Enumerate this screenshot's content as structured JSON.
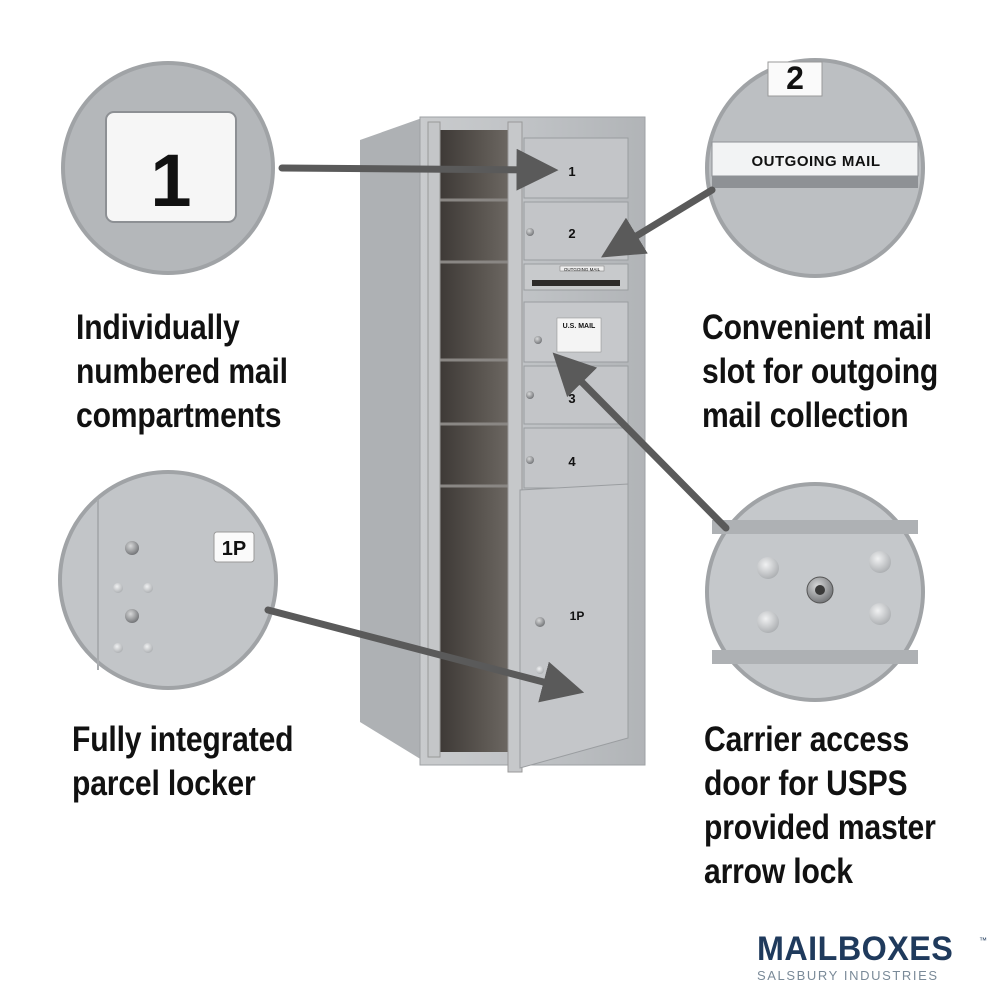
{
  "features": {
    "numbered": [
      "Individually",
      "numbered mail",
      "compartments"
    ],
    "outgoing": [
      "Convenient mail",
      "slot for outgoing",
      "mail collection"
    ],
    "parcel": [
      "Fully integrated",
      "parcel locker"
    ],
    "carrier": [
      "Carrier access",
      "door for USPS",
      "provided master",
      "arrow lock"
    ]
  },
  "zoom_labels": {
    "number_plate": "1",
    "outgoing_number": "2",
    "outgoing_plate": "OUTGOING MAIL",
    "parcel_plate": "1P"
  },
  "mailbox_labels": {
    "door_1": "1",
    "door_2": "2",
    "door_3": "3",
    "door_4": "4",
    "parcel": "1P",
    "usps_plate": "U.S. MAIL",
    "slot_plate": "OUTGOING MAIL"
  },
  "brand": {
    "name": "MAILBOXES",
    "trademark": "™",
    "subtitle": "SALSBURY INDUSTRIES"
  },
  "colors": {
    "aluminum": "#b9bcbf",
    "circle_border": "#9a9c9e",
    "arrow": "#5a5a5a",
    "brand": "#1f3a5c"
  }
}
